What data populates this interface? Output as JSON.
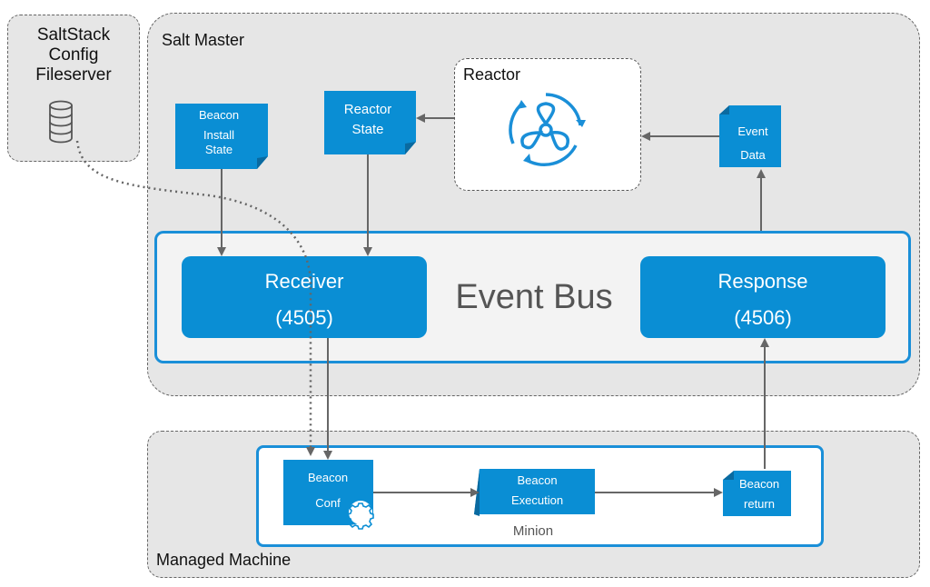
{
  "regions": {
    "fileserver": {
      "line1": "SaltStack",
      "line2": "Config",
      "line3": "Fileserver"
    },
    "salt_master": "Salt Master",
    "managed_machine": "Managed Machine",
    "reactor": "Reactor"
  },
  "event_bus": {
    "label": "Event Bus",
    "receiver": {
      "name": "Receiver",
      "port": "(4505)"
    },
    "response": {
      "name": "Response",
      "port": "(4506)"
    }
  },
  "docs": {
    "beacon_install_state": {
      "line1": "Beacon",
      "line2": "Install",
      "line3": "State"
    },
    "reactor_state": {
      "line1": "Reactor",
      "line2": "State"
    },
    "event_data": {
      "line1": "Event",
      "line2": "Data"
    },
    "beacon_conf": {
      "line1": "Beacon",
      "line2": "Conf"
    },
    "beacon_execution": {
      "line1": "Beacon",
      "line2": "Execution"
    },
    "beacon_return": {
      "line1": "Beacon",
      "line2": "return"
    }
  },
  "minion": {
    "label": "Minion"
  },
  "colors": {
    "accent": "#0a8ed4",
    "border_blue": "#1a8fd8",
    "region_gray": "#e6e6e6",
    "arrow": "#666666"
  },
  "icons": [
    "database-icon",
    "reactor-cycle-icon",
    "gear-icon"
  ]
}
